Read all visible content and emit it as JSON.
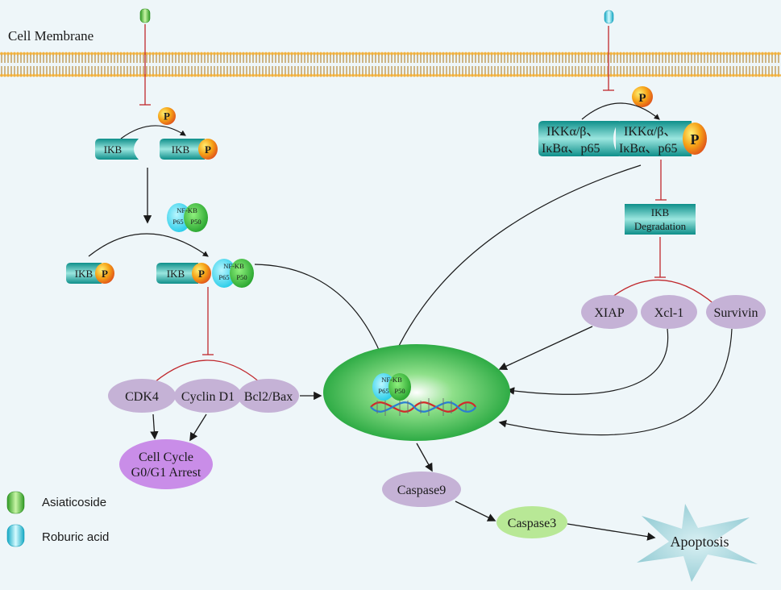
{
  "membrane": {
    "label": "Cell Membrane"
  },
  "colors": {
    "asiaticoside": "#4cc43a",
    "roburic_acid": "#38d0e8",
    "inhibit": "#c0282d",
    "arrow": "#1a1a1a",
    "teal": "#1fa8a0",
    "phospho": "#f4a21a",
    "lavender": "#c5b2d6",
    "purple": "#c98de8",
    "light_green": "#b8e896",
    "nucleus": "#2db34a",
    "star": "#9fd4dc"
  },
  "left_path": {
    "p_label": "P",
    "ikb_label": "IKB",
    "nfkb_label": "NF-KB",
    "p65_label": "P65",
    "p50_label": "P50"
  },
  "right_path": {
    "p_label": "P",
    "complex_line1": "IKKα/β、",
    "complex_line2": "IκBα、p65",
    "degradation_line1": "IKB",
    "degradation_line2": "Degradation",
    "targets": [
      "XIAP",
      "Xcl-1",
      "Survivin"
    ]
  },
  "cycle": {
    "targets": [
      "CDK4",
      "Cyclin D1",
      "Bcl2/Bax"
    ],
    "arrest_line1": "Cell Cycle",
    "arrest_line2": "G0/G1 Arrest"
  },
  "nucleus": {
    "nfkb_label": "NF-KB",
    "p65_label": "P65",
    "p50_label": "P50"
  },
  "downstream": {
    "caspase9": "Caspase9",
    "caspase3": "Caspase3",
    "apoptosis": "Apoptosis"
  },
  "legend": {
    "items": [
      {
        "label": "Asiaticoside",
        "icon": "green-capsule-icon"
      },
      {
        "label": "Roburic acid",
        "icon": "cyan-capsule-icon"
      }
    ]
  }
}
